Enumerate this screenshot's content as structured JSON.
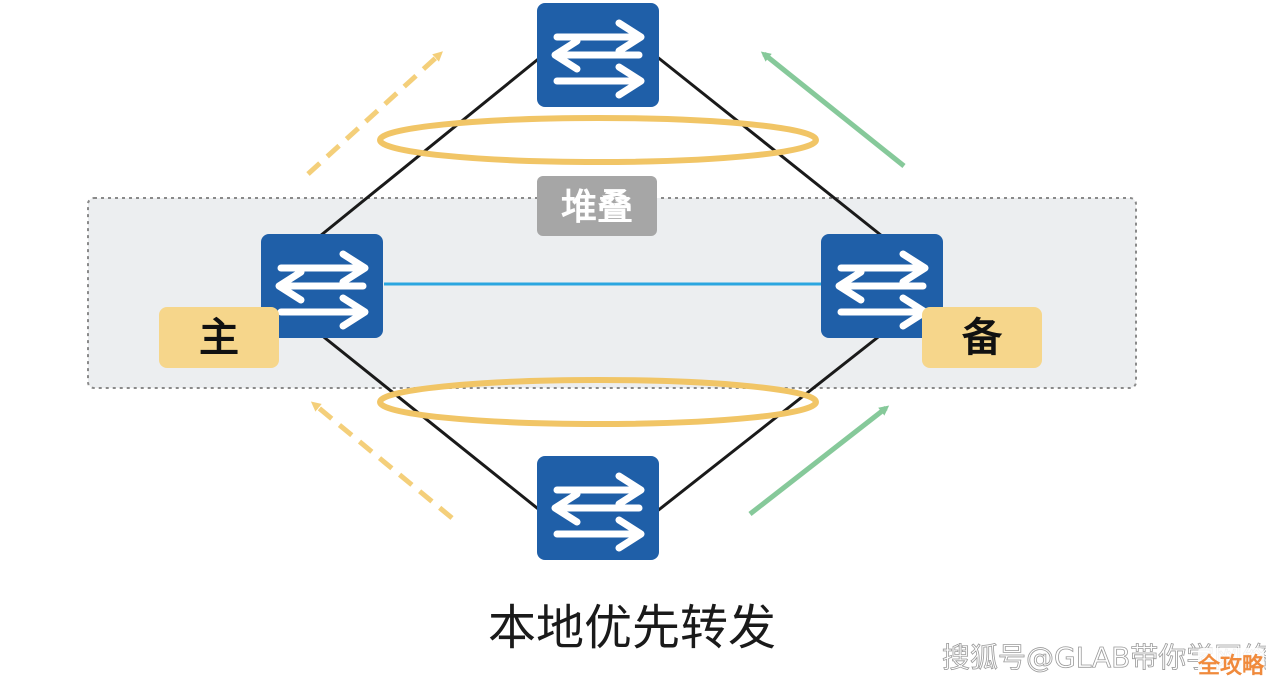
{
  "diagram": {
    "stack_label": "堆叠",
    "master_label": "主",
    "backup_label": "备",
    "caption": "本地优先转发",
    "watermark": "搜狐号@GLAB带你学网络",
    "corner_badge": "全攻略"
  },
  "colors": {
    "switch_blue": "#1f5fa8",
    "stack_link": "#2ba6e0",
    "ring_yellow": "#f1c566",
    "arrow_yellow": "#f4cf7a",
    "arrow_green": "#86c99a",
    "badge_yellow": "#f6d68b",
    "stack_gray": "#a6a6a6",
    "band_fill": "#eceef0",
    "band_border": "#8a8a8a",
    "corner_badge_orange": "#f08a3c"
  },
  "icons": {
    "switch": "bidirectional-arrows-switch-icon"
  }
}
